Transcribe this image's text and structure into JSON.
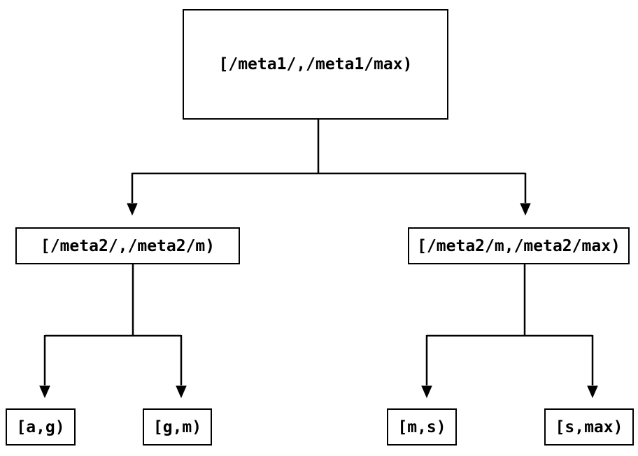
{
  "diagram": {
    "type": "tree",
    "colors": {
      "background": "#ffffff",
      "line": "#000000",
      "text": "#000000"
    },
    "nodes": {
      "root": {
        "label": "[/meta1/,/meta1/max)"
      },
      "mid_left": {
        "label": "[/meta2/,/meta2/m)"
      },
      "mid_right": {
        "label": "[/meta2/m,/meta2/max)"
      },
      "leaf_ag": {
        "label": "[a,g)"
      },
      "leaf_gm": {
        "label": "[g,m)"
      },
      "leaf_ms": {
        "label": "[m,s)"
      },
      "leaf_smax": {
        "label": "[s,max)"
      }
    }
  }
}
